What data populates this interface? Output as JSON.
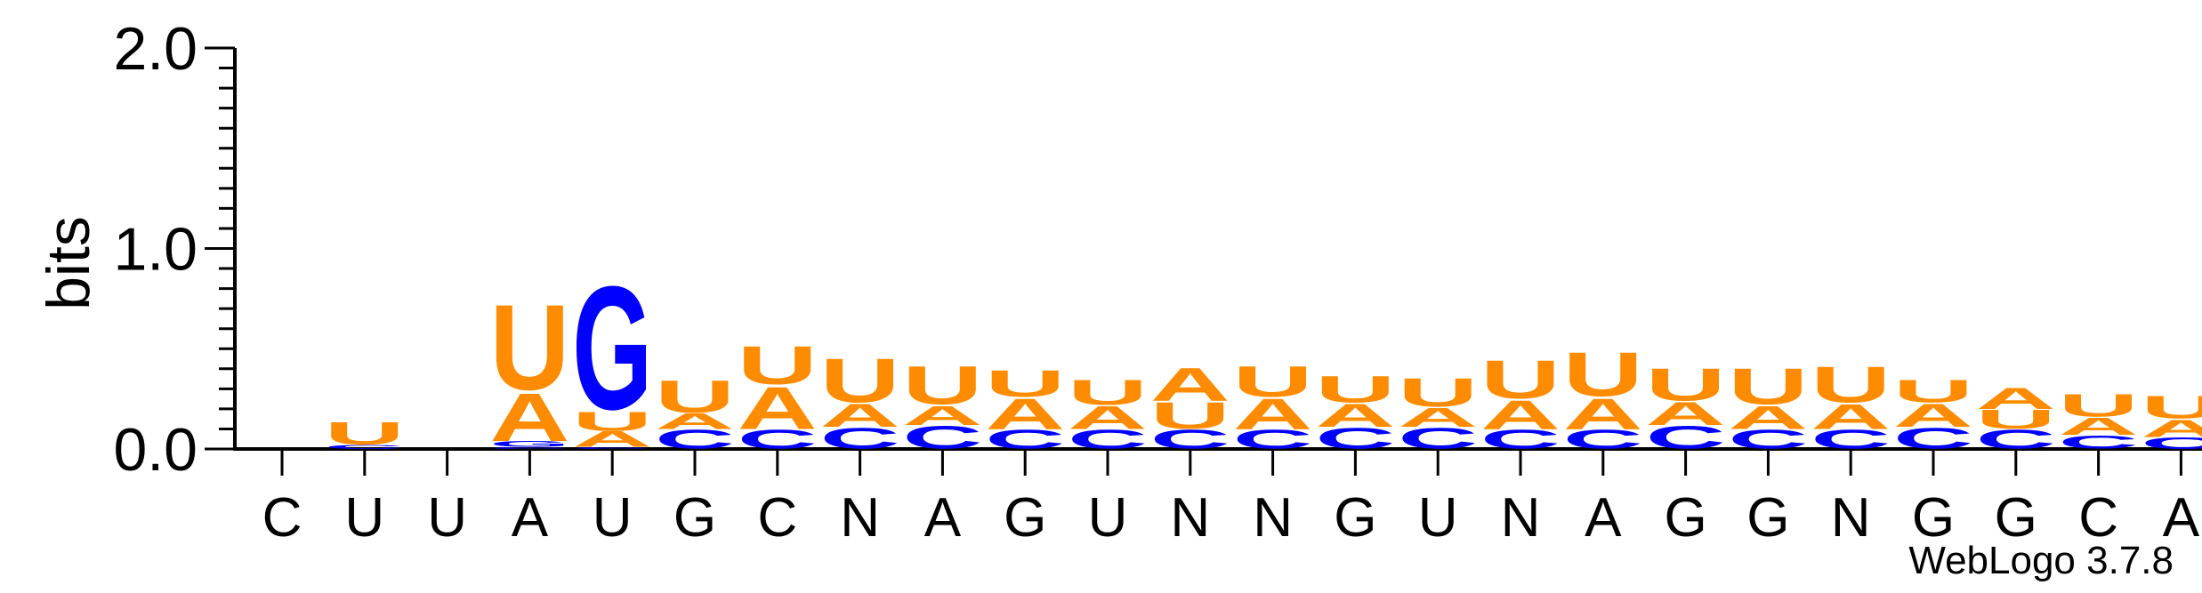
{
  "chart_data": {
    "type": "sequence-logo",
    "title": "",
    "xlabel": "",
    "ylabel": "bits",
    "ylim": [
      0,
      2.0
    ],
    "yticks": [
      "0.0",
      "1.0",
      "2.0"
    ],
    "grid": false,
    "legend": "none",
    "colors": {
      "A": "#ff8c00",
      "U": "#ff8c00",
      "G": "#0000ff",
      "C": "#0000ff"
    },
    "consensus": [
      "C",
      "U",
      "U",
      "A",
      "U",
      "G",
      "C",
      "N",
      "A",
      "G",
      "U",
      "N",
      "N",
      "G",
      "U",
      "N",
      "A",
      "G",
      "G",
      "N",
      "G",
      "G",
      "C",
      "A"
    ],
    "stacks": [
      [],
      [
        [
          "C",
          0.02
        ],
        [
          "U",
          0.12
        ]
      ],
      [],
      [
        [
          "C",
          0.01
        ],
        [
          "G",
          0.03
        ],
        [
          "A",
          0.25
        ],
        [
          "U",
          0.45
        ]
      ],
      [
        [
          "C",
          0.01
        ],
        [
          "A",
          0.08
        ],
        [
          "U",
          0.1
        ],
        [
          "G",
          0.65
        ]
      ],
      [
        [
          "C",
          0.1
        ],
        [
          "A",
          0.08
        ],
        [
          "U",
          0.17
        ]
      ],
      [
        [
          "C",
          0.1
        ],
        [
          "A",
          0.22
        ],
        [
          "U",
          0.2
        ]
      ],
      [
        [
          "C",
          0.11
        ],
        [
          "A",
          0.12
        ],
        [
          "U",
          0.23
        ]
      ],
      [
        [
          "C",
          0.12
        ],
        [
          "A",
          0.1
        ],
        [
          "U",
          0.2
        ]
      ],
      [
        [
          "C",
          0.1
        ],
        [
          "A",
          0.16
        ],
        [
          "U",
          0.14
        ]
      ],
      [
        [
          "C",
          0.1
        ],
        [
          "A",
          0.12
        ],
        [
          "U",
          0.13
        ]
      ],
      [
        [
          "C",
          0.1
        ],
        [
          "U",
          0.14
        ],
        [
          "A",
          0.17
        ]
      ],
      [
        [
          "C",
          0.1
        ],
        [
          "A",
          0.16
        ],
        [
          "U",
          0.16
        ]
      ],
      [
        [
          "C",
          0.11
        ],
        [
          "A",
          0.12
        ],
        [
          "U",
          0.14
        ]
      ],
      [
        [
          "C",
          0.11
        ],
        [
          "A",
          0.1
        ],
        [
          "U",
          0.15
        ]
      ],
      [
        [
          "C",
          0.1
        ],
        [
          "A",
          0.15
        ],
        [
          "U",
          0.2
        ]
      ],
      [
        [
          "C",
          0.1
        ],
        [
          "A",
          0.16
        ],
        [
          "U",
          0.23
        ]
      ],
      [
        [
          "C",
          0.12
        ],
        [
          "A",
          0.12
        ],
        [
          "U",
          0.17
        ]
      ],
      [
        [
          "C",
          0.1
        ],
        [
          "A",
          0.12
        ],
        [
          "U",
          0.19
        ]
      ],
      [
        [
          "C",
          0.1
        ],
        [
          "A",
          0.13
        ],
        [
          "U",
          0.19
        ]
      ],
      [
        [
          "C",
          0.11
        ],
        [
          "A",
          0.12
        ],
        [
          "U",
          0.12
        ]
      ],
      [
        [
          "C",
          0.1
        ],
        [
          "U",
          0.1
        ],
        [
          "A",
          0.11
        ]
      ],
      [
        [
          "C",
          0.07
        ],
        [
          "A",
          0.09
        ],
        [
          "U",
          0.12
        ]
      ],
      [
        [
          "C",
          0.06
        ],
        [
          "A",
          0.09
        ],
        [
          "U",
          0.12
        ]
      ]
    ]
  },
  "footer": {
    "credit": "WebLogo 3.7.8"
  }
}
